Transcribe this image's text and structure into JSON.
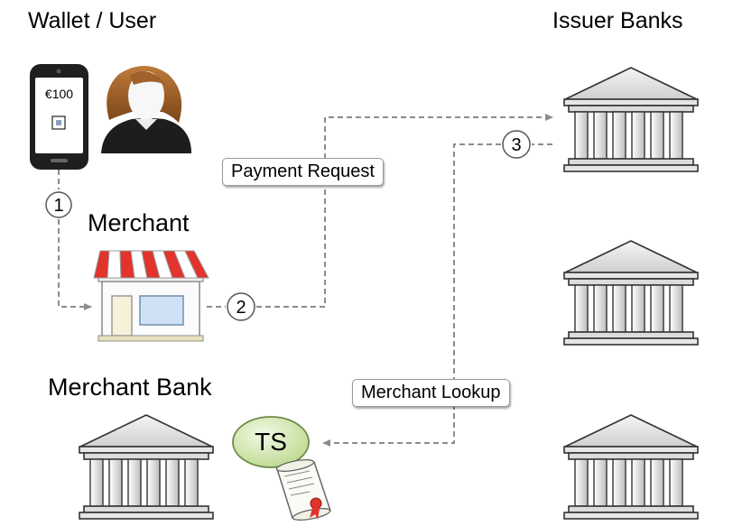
{
  "titles": {
    "wallet_user": "Wallet / User",
    "issuer_banks": "Issuer Banks",
    "merchant": "Merchant",
    "merchant_bank": "Merchant Bank"
  },
  "phone": {
    "balance": "€100"
  },
  "steps": {
    "one": "1",
    "two": "2",
    "three": "3"
  },
  "messages": {
    "payment_request": "Payment Request",
    "merchant_lookup": "Merchant Lookup"
  },
  "ts_label": "TS",
  "colors": {
    "arrow": "#8c8c8c",
    "awning_red": "#e2332c",
    "ts_fill": "#d9ecb7",
    "bank_fill": "#e6e6e6"
  }
}
